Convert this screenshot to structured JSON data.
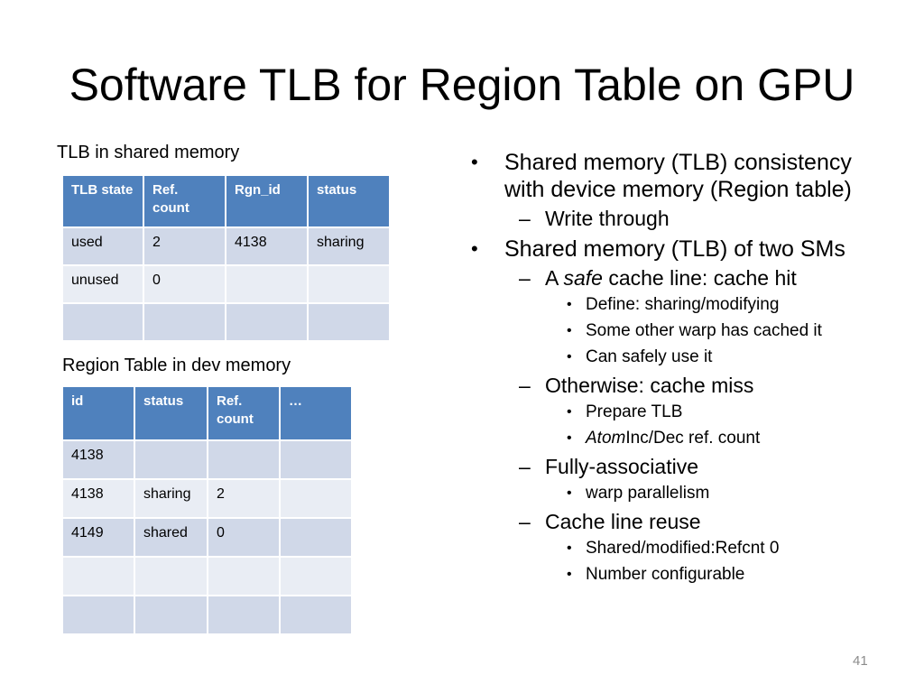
{
  "slide": {
    "title": "Software TLB for Region Table on GPU",
    "page_number": "41"
  },
  "tlb": {
    "caption": "TLB in shared memory",
    "headers": [
      "TLB state",
      "Ref. count",
      "Rgn_id",
      "status"
    ],
    "rows": [
      [
        "used",
        "2",
        "4138",
        "sharing"
      ],
      [
        "unused",
        "0",
        "",
        ""
      ],
      [
        "",
        "",
        "",
        ""
      ]
    ]
  },
  "region_table": {
    "caption": "Region Table in dev memory",
    "headers": [
      "id",
      "status",
      "Ref. count",
      "…"
    ],
    "rows": [
      [
        "4138",
        "",
        "",
        ""
      ],
      [
        "4138",
        "sharing",
        "2",
        ""
      ],
      [
        "4149",
        "shared",
        "0",
        ""
      ],
      [
        "",
        "",
        "",
        ""
      ],
      [
        "",
        "",
        "",
        ""
      ]
    ]
  },
  "bullets": {
    "b1": "Shared memory (TLB) consistency with device memory (Region table)",
    "b1_1": "Write through",
    "b2": "Shared memory (TLB) of two SMs",
    "b2_1_pre": "A ",
    "b2_1_em": "safe",
    "b2_1_post": " cache line: cache hit",
    "b2_1_1": "Define: sharing/modifying",
    "b2_1_2": "Some other warp has cached it",
    "b2_1_3": "Can safely use it",
    "b2_2": "Otherwise: cache miss",
    "b2_2_1": "Prepare TLB",
    "b2_2_2_em": "Atom",
    "b2_2_2_post": "Inc/Dec ref. count",
    "b2_3": "Fully-associative",
    "b2_3_1": "warp parallelism",
    "b2_4": "Cache line reuse",
    "b2_4_1": "Shared/modified:Refcnt 0",
    "b2_4_2": "Number configurable"
  },
  "markers": {
    "bullet": "•",
    "dash": "–"
  },
  "colors": {
    "header": "#4f81bd",
    "row_odd": "#d0d8e8",
    "row_even": "#e9edf4"
  }
}
